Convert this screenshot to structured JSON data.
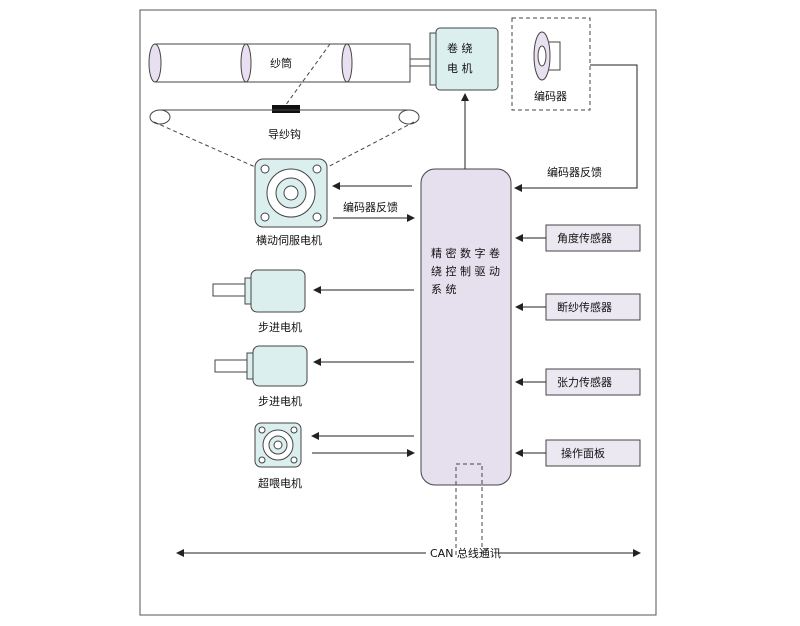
{
  "labels": {
    "yarn_tube": "纱筒",
    "winding_motor_line1": "卷 绕",
    "winding_motor_line2": "电 机",
    "encoder": "编码器",
    "yarn_guide": "导纱钩",
    "traverse_servo_motor": "横动伺服电机",
    "encoder_feedback_top": "编码器反馈",
    "encoder_feedback_left": "编码器反馈",
    "control_system_line1": "精 密 数 字 卷",
    "control_system_line2": "绕 控 制 驱 动",
    "control_system_line3": "系  统",
    "stepper_motor_1": "步进电机",
    "stepper_motor_2": "步进电机",
    "overfeed_motor": "超喂电机",
    "angle_sensor": "角度传感器",
    "break_sensor": "断纱传感器",
    "tension_sensor": "张力传感器",
    "operation_panel": "操作面板",
    "can_bus": "CAN 总线通讯"
  },
  "colors": {
    "motor_fill": "#dcefef",
    "controller_fill": "#e6e0ee",
    "sensor_fill": "#ece8f2",
    "tube_fill": "#ffffff",
    "stroke": "#444444",
    "guide_hook": "#111111"
  }
}
